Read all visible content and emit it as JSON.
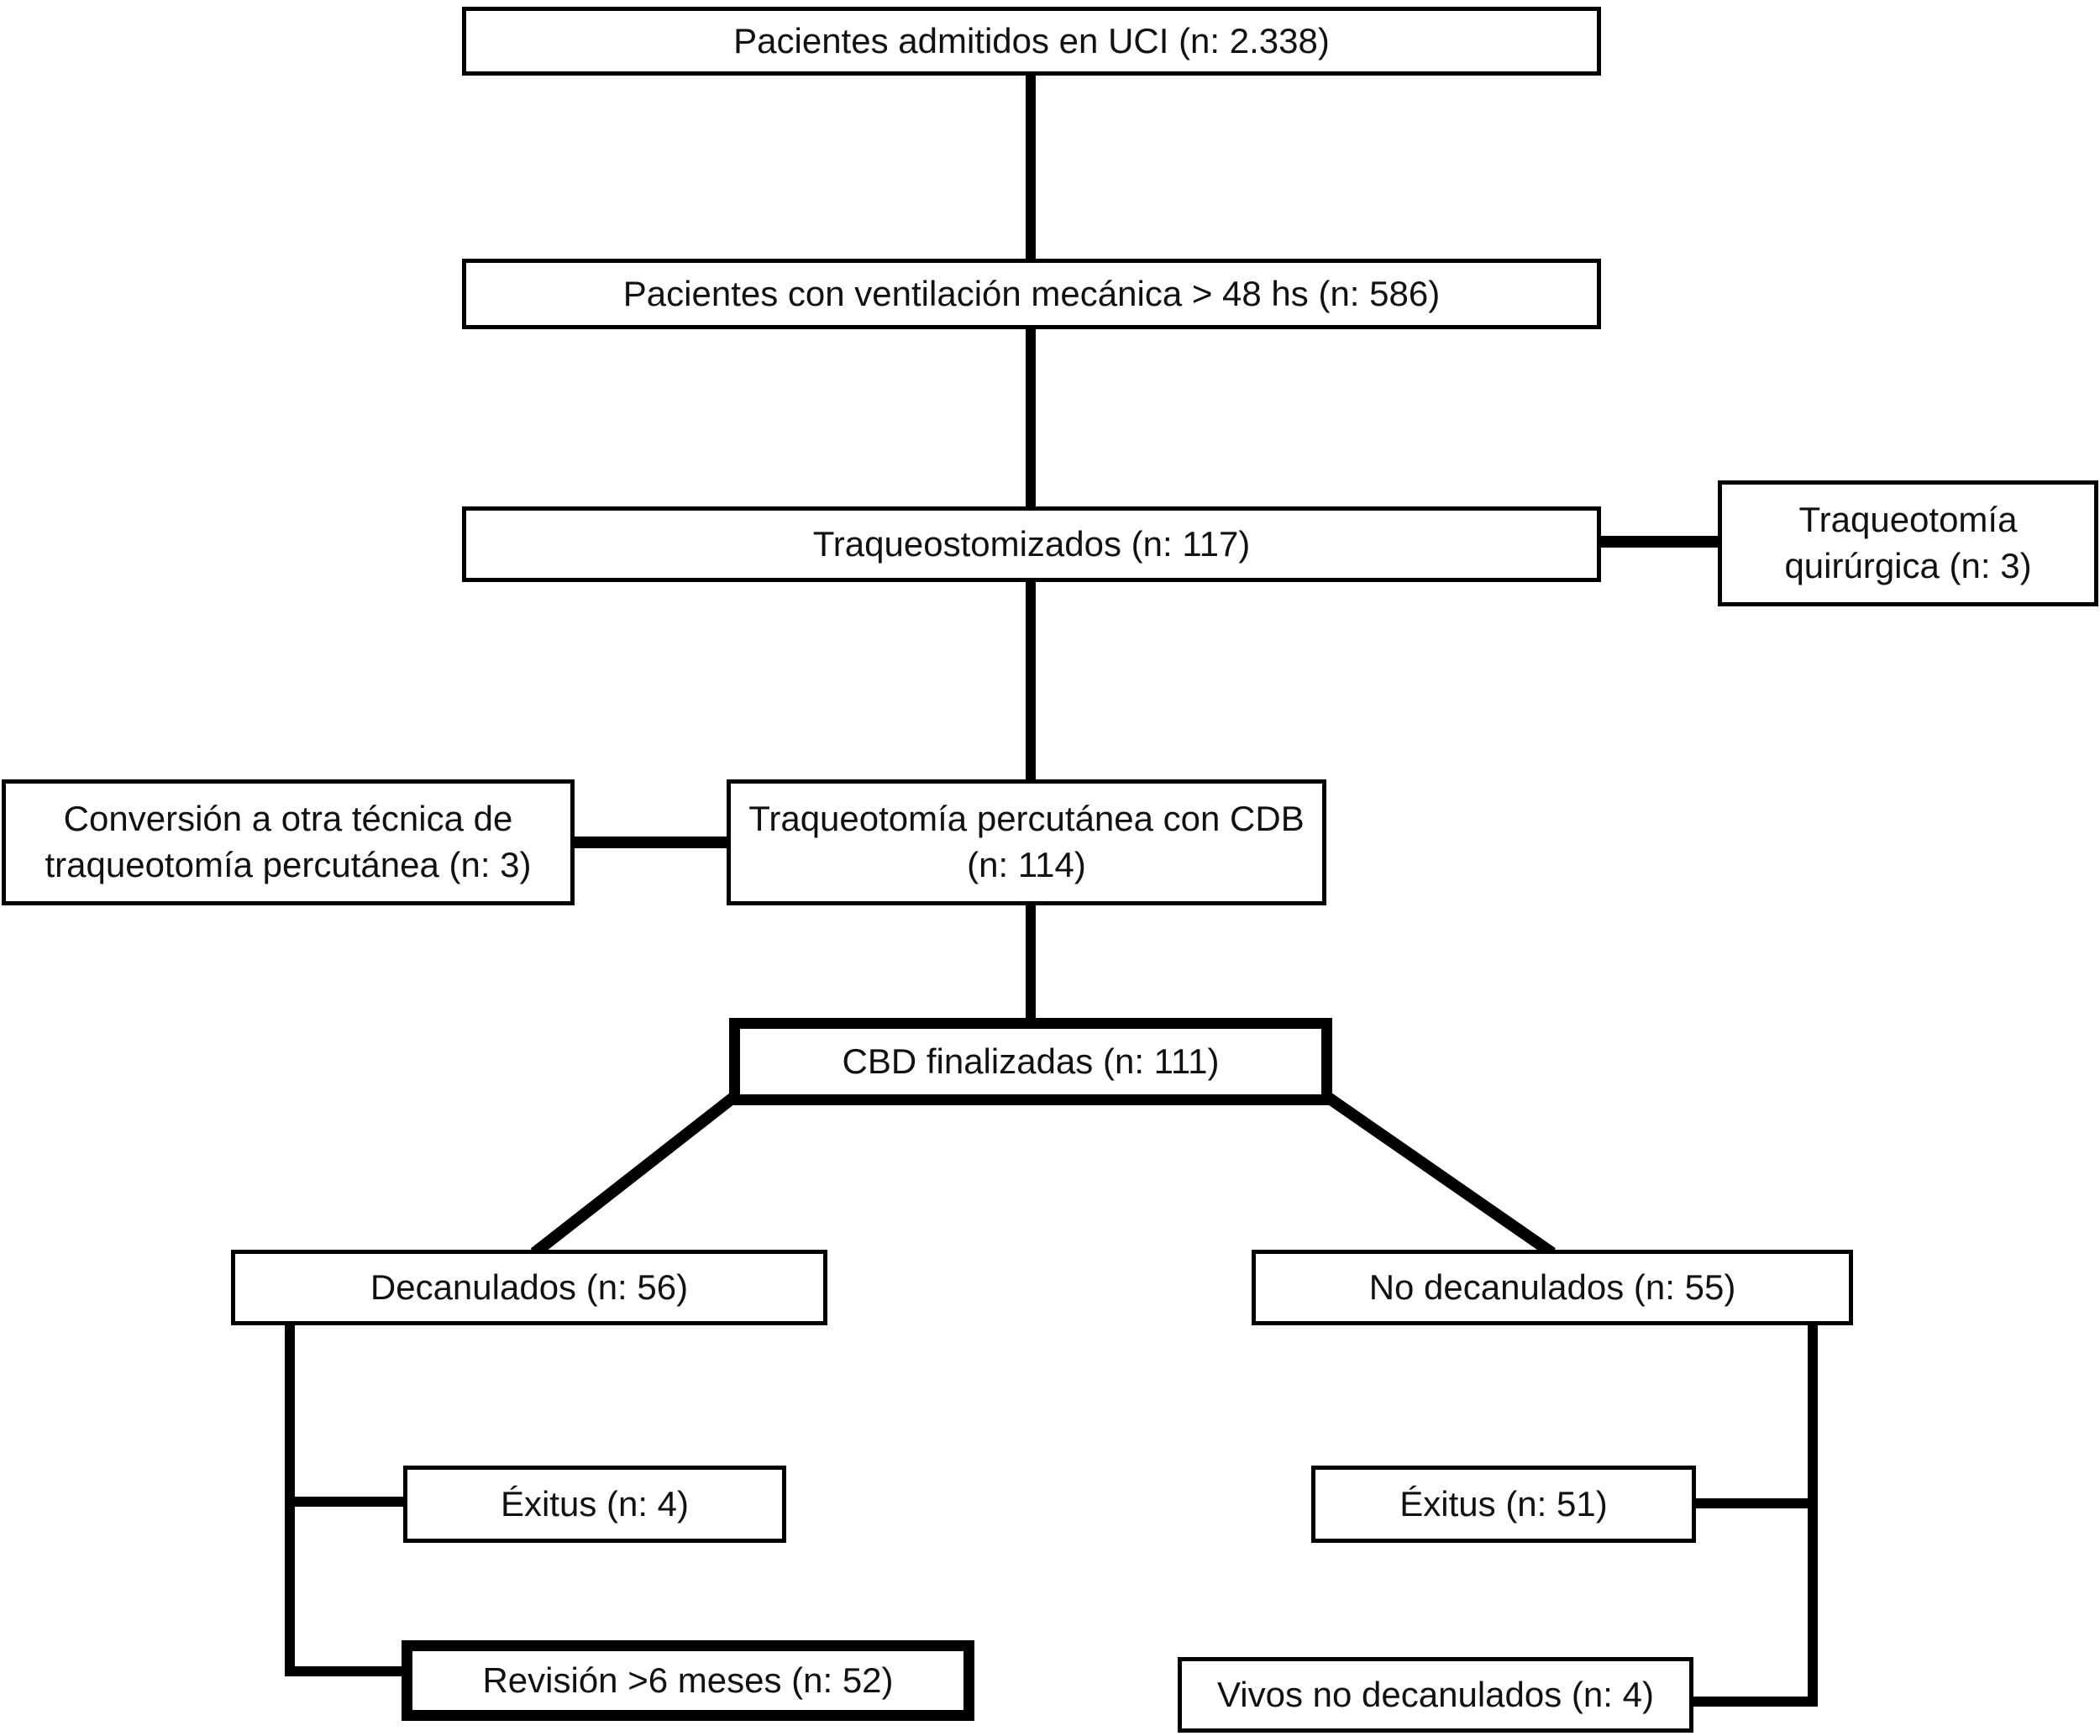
{
  "diagram": {
    "background_color": "#ffffff",
    "line_color": "#000000",
    "text_color": "#111111",
    "nodes": {
      "uci": "Pacientes admitidos en UCI (n: 2.338)",
      "vm": "Pacientes con ventilación mecánica > 48 hs (n: 586)",
      "traq": "Traqueostomizados (n: 117)",
      "quir": "Traqueotomía quirúrgica (n: 3)",
      "conv": "Conversión a otra técnica de traqueotomía percutánea (n: 3)",
      "cdb": "Traqueotomía percutánea con CDB (n: 114)",
      "cbdfin": "CBD finalizadas (n: 111)",
      "decan": "Decanulados (n: 56)",
      "nodecan": "No decanulados (n: 55)",
      "exitus4": "Éxitus (n: 4)",
      "exitus51": "Éxitus (n: 51)",
      "revision": "Revisión >6 meses (n: 52)",
      "vivos": "Vivos no decanulados (n: 4)"
    }
  }
}
